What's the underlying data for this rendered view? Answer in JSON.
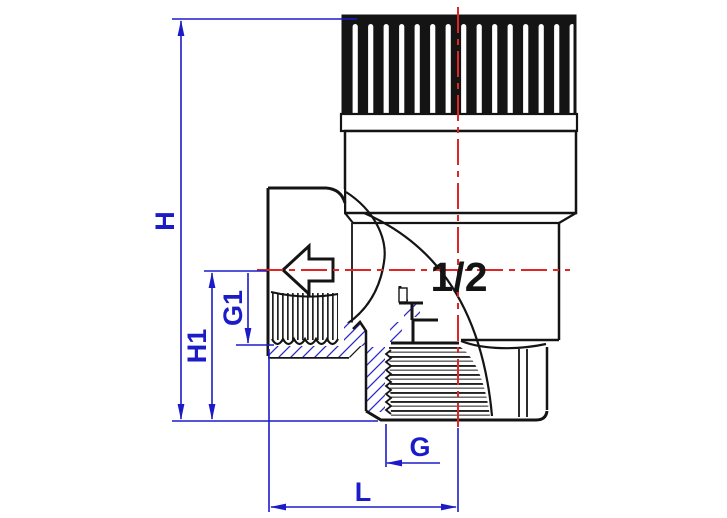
{
  "drawing": {
    "labels": {
      "h": "H",
      "h1": "H1",
      "g1": "G1",
      "g": "G",
      "l": "L"
    },
    "marking": {
      "size": "1/2"
    },
    "colors": {
      "outline": "#141414",
      "dimension_blue": "#1b1bc8",
      "centerline_red": "#e02525",
      "background": "#ffffff"
    },
    "icons": {
      "flow_arrow": "left-arrow"
    }
  }
}
